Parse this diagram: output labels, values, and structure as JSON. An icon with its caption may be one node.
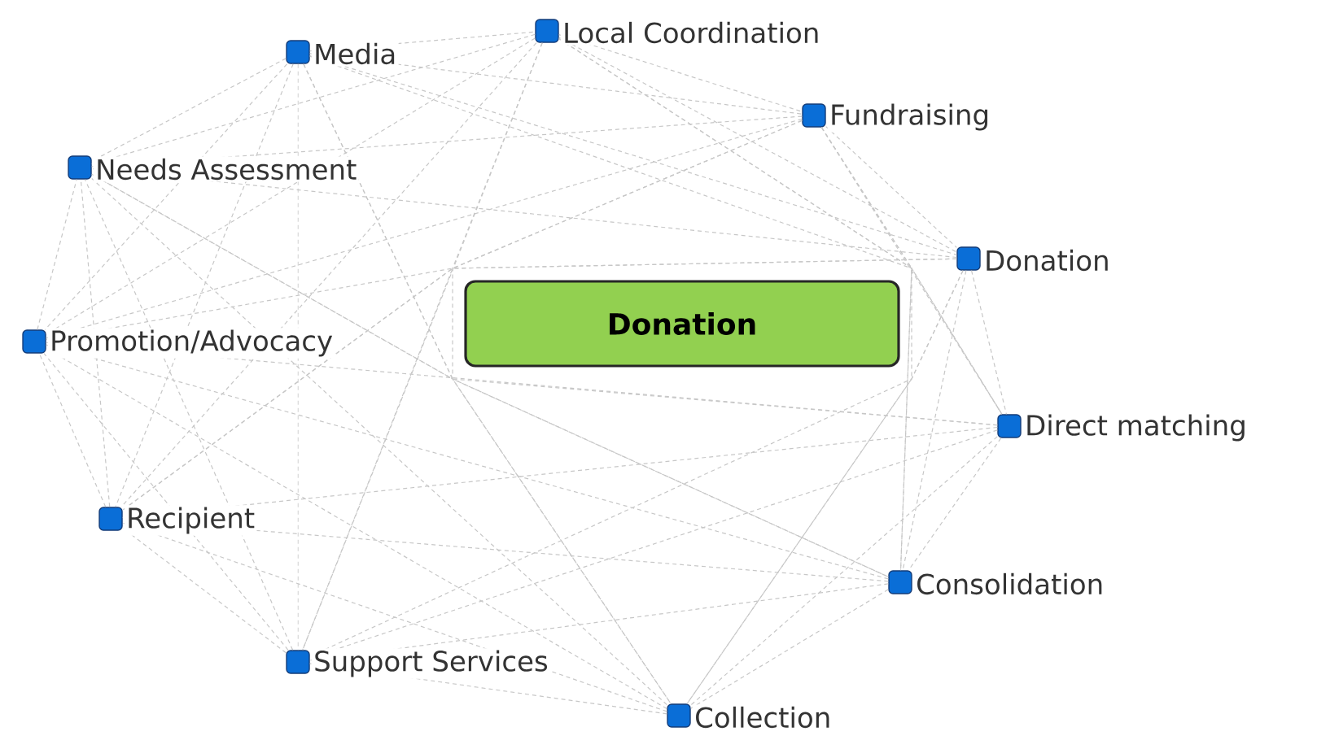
{
  "diagram": {
    "nodes": [
      {
        "text": [
          "Donation"
        ]
      },
      {
        "text": [
          "Media"
        ]
      },
      {
        "text": [
          "Local Coordination"
        ]
      },
      {
        "text": [
          "Fundraising"
        ]
      },
      {
        "text": [
          "Donation"
        ]
      },
      {
        "text": [
          "Direct matching"
        ]
      },
      {
        "text": [
          "Consolidation"
        ]
      },
      {
        "text": [
          "Collection"
        ]
      },
      {
        "text": [
          "Support Services"
        ]
      },
      {
        "text": [
          "Recipient"
        ]
      },
      {
        "text": [
          "Promotion/Advocacy"
        ]
      },
      {
        "text": [
          "Needs Assessment"
        ]
      }
    ],
    "edges": [
      {
        "from": 1,
        "to": 2,
        "arrow": "none",
        "style": "dashed"
      },
      {
        "from": 1,
        "to": 3,
        "arrow": "none",
        "style": "dashed"
      },
      {
        "from": 1,
        "to": 4,
        "arrow": "none",
        "style": "dashed"
      },
      {
        "from": 1,
        "to": 5,
        "arrow": "none",
        "style": "dashed"
      },
      {
        "from": 1,
        "to": 6,
        "arrow": "none",
        "style": "dashed"
      },
      {
        "from": 1,
        "to": 7,
        "arrow": "none",
        "style": "dashed"
      },
      {
        "from": 1,
        "to": 8,
        "arrow": "none",
        "style": "dashed"
      },
      {
        "from": 1,
        "to": 9,
        "arrow": "none",
        "style": "dashed"
      },
      {
        "from": 1,
        "to": 10,
        "arrow": "none",
        "style": "dashed"
      },
      {
        "from": 1,
        "to": 11,
        "arrow": "none",
        "style": "dashed"
      },
      {
        "from": 2,
        "to": 3,
        "arrow": "none",
        "style": "dashed"
      },
      {
        "from": 2,
        "to": 4,
        "arrow": "none",
        "style": "dashed"
      },
      {
        "from": 2,
        "to": 5,
        "arrow": "none",
        "style": "dashed"
      },
      {
        "from": 2,
        "to": 6,
        "arrow": "none",
        "style": "dashed"
      },
      {
        "from": 2,
        "to": 7,
        "arrow": "none",
        "style": "dashed"
      },
      {
        "from": 2,
        "to": 8,
        "arrow": "none",
        "style": "dashed"
      },
      {
        "from": 2,
        "to": 9,
        "arrow": "none",
        "style": "dashed"
      },
      {
        "from": 2,
        "to": 10,
        "arrow": "none",
        "style": "dashed"
      },
      {
        "from": 2,
        "to": 11,
        "arrow": "none",
        "style": "dashed"
      },
      {
        "from": 3,
        "to": 4,
        "arrow": "none",
        "style": "dashed"
      },
      {
        "from": 3,
        "to": 5,
        "arrow": "none",
        "style": "dashed"
      },
      {
        "from": 3,
        "to": 6,
        "arrow": "none",
        "style": "dashed"
      },
      {
        "from": 3,
        "to": 7,
        "arrow": "none",
        "style": "dashed"
      },
      {
        "from": 3,
        "to": 8,
        "arrow": "none",
        "style": "dashed"
      },
      {
        "from": 3,
        "to": 9,
        "arrow": "none",
        "style": "dashed"
      },
      {
        "from": 3,
        "to": 10,
        "arrow": "none",
        "style": "dashed"
      },
      {
        "from": 3,
        "to": 11,
        "arrow": "none",
        "style": "dashed"
      },
      {
        "from": 4,
        "to": 5,
        "arrow": "none",
        "style": "dashed"
      },
      {
        "from": 4,
        "to": 6,
        "arrow": "none",
        "style": "dashed"
      },
      {
        "from": 4,
        "to": 7,
        "arrow": "none",
        "style": "dashed"
      },
      {
        "from": 4,
        "to": 8,
        "arrow": "none",
        "style": "dashed"
      },
      {
        "from": 4,
        "to": 9,
        "arrow": "none",
        "style": "dashed"
      },
      {
        "from": 4,
        "to": 10,
        "arrow": "none",
        "style": "dashed"
      },
      {
        "from": 4,
        "to": 11,
        "arrow": "none",
        "style": "dashed"
      },
      {
        "from": 5,
        "to": 6,
        "arrow": "none",
        "style": "dashed"
      },
      {
        "from": 5,
        "to": 7,
        "arrow": "none",
        "style": "dashed"
      },
      {
        "from": 5,
        "to": 8,
        "arrow": "none",
        "style": "dashed"
      },
      {
        "from": 5,
        "to": 9,
        "arrow": "none",
        "style": "dashed"
      },
      {
        "from": 5,
        "to": 10,
        "arrow": "none",
        "style": "dashed"
      },
      {
        "from": 5,
        "to": 11,
        "arrow": "none",
        "style": "dashed"
      },
      {
        "from": 6,
        "to": 7,
        "arrow": "none",
        "style": "dashed"
      },
      {
        "from": 6,
        "to": 8,
        "arrow": "none",
        "style": "dashed"
      },
      {
        "from": 6,
        "to": 9,
        "arrow": "none",
        "style": "dashed"
      },
      {
        "from": 6,
        "to": 10,
        "arrow": "none",
        "style": "dashed"
      },
      {
        "from": 6,
        "to": 11,
        "arrow": "none",
        "style": "dashed"
      },
      {
        "from": 7,
        "to": 8,
        "arrow": "none",
        "style": "dashed"
      },
      {
        "from": 7,
        "to": 9,
        "arrow": "none",
        "style": "dashed"
      },
      {
        "from": 7,
        "to": 10,
        "arrow": "none",
        "style": "dashed"
      },
      {
        "from": 7,
        "to": 11,
        "arrow": "none",
        "style": "dashed"
      },
      {
        "from": 8,
        "to": 9,
        "arrow": "none",
        "style": "dashed"
      },
      {
        "from": 8,
        "to": 10,
        "arrow": "none",
        "style": "dashed"
      },
      {
        "from": 8,
        "to": 11,
        "arrow": "none",
        "style": "dashed"
      },
      {
        "from": 9,
        "to": 10,
        "arrow": "none",
        "style": "dashed"
      },
      {
        "from": 9,
        "to": 11,
        "arrow": "none",
        "style": "dashed"
      },
      {
        "from": 10,
        "to": 11,
        "arrow": "none",
        "style": "dashed"
      }
    ]
  }
}
